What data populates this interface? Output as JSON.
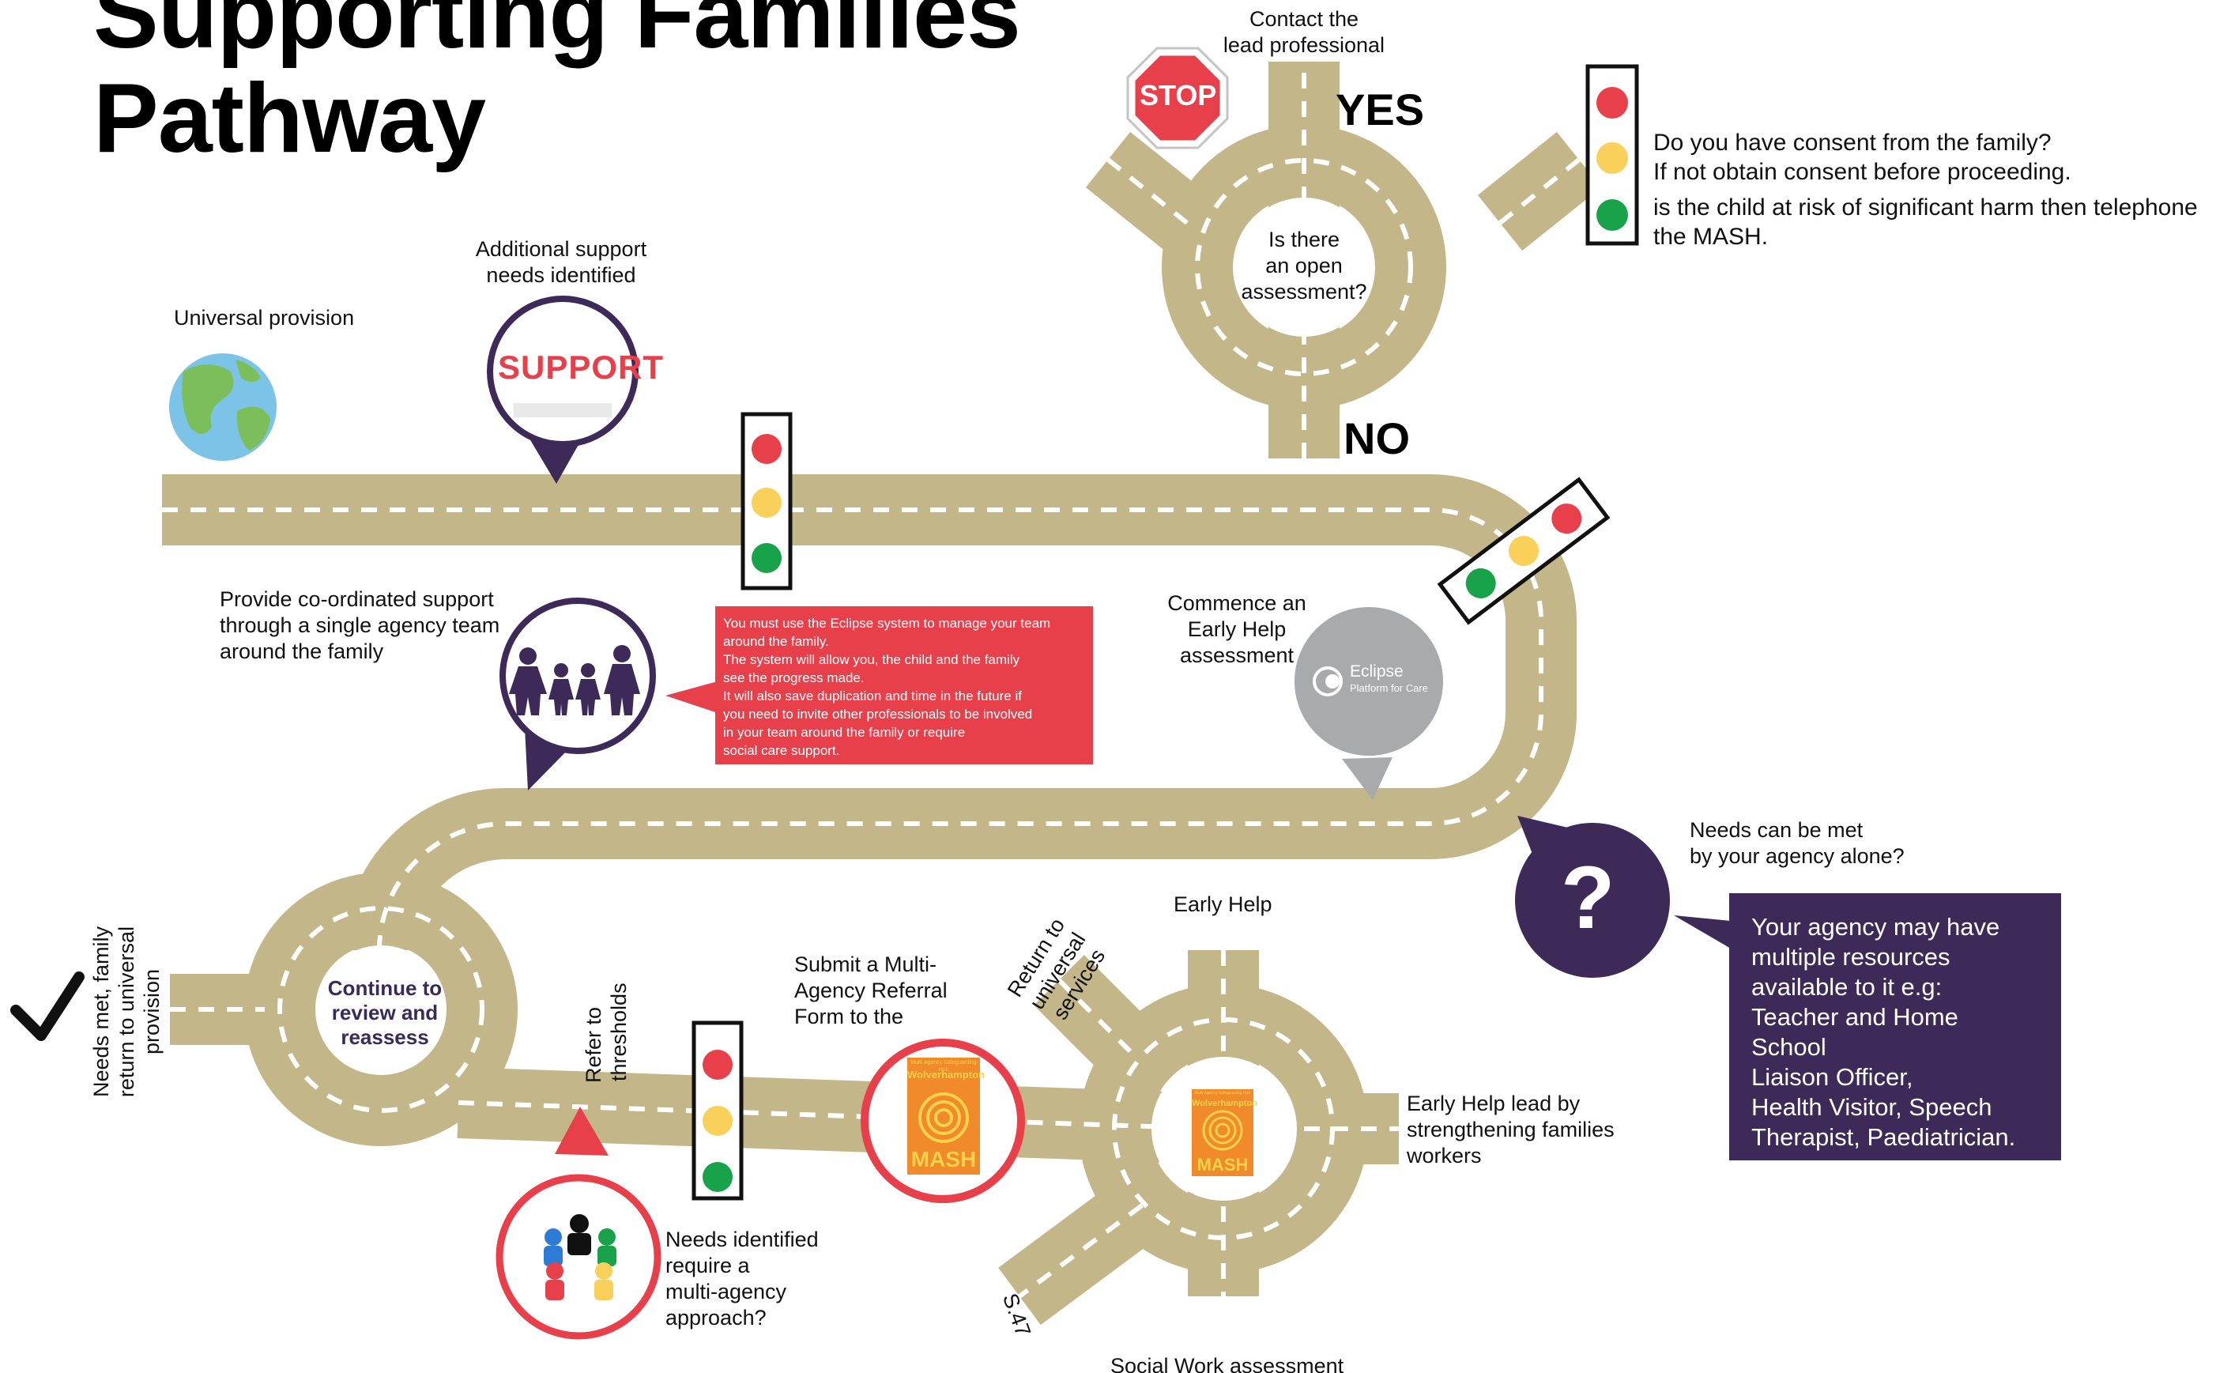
{
  "title": {
    "line1": "Supporting Families",
    "line2": "Pathway"
  },
  "labels": {
    "contact_lead_1": "Contact the",
    "contact_lead_2": "lead professional",
    "yes": "YES",
    "no": "NO",
    "stop_sign": "STOP",
    "open_assessment_1": "Is there",
    "open_assessment_2": "an open",
    "open_assessment_3": "assessment?",
    "universal_provision": "Universal provision",
    "additional_support_1": "Additional support",
    "additional_support_2": "needs identified",
    "support_image_text": "SUPPORT",
    "coordinated_1": "Provide co-ordinated support",
    "coordinated_2": "through a single agency team",
    "coordinated_3": "around the family",
    "commence_1": "Commence an",
    "commence_2": "Early Help",
    "commence_3": "assessment",
    "eclipse_1": "Eclipse",
    "eclipse_2": "Platform for Care",
    "needs_met_alone_1": "Needs can be met",
    "needs_met_alone_2": "by your agency alone?",
    "question_mark": "?",
    "continue_1": "Continue to",
    "continue_2": "review and",
    "continue_3": "reassess",
    "needs_met_family_1": "Needs met, family",
    "needs_met_family_2": "return to universal",
    "needs_met_family_3": "provision",
    "refer_1": "Refer to",
    "refer_2": "thresholds",
    "submit_1": "Submit a Multi-",
    "submit_2": "Agency Referral",
    "submit_3": "Form to the",
    "return_1": "Return to",
    "return_2": "universal",
    "return_3": "services",
    "early_help": "Early Help",
    "early_help_lead_1": "Early Help lead by",
    "early_help_lead_2": "strengthening families",
    "early_help_lead_3": "workers",
    "s47": "S.47",
    "social_work": "Social Work assessment",
    "multi_agency_1": "Needs identified",
    "multi_agency_2": "require a",
    "multi_agency_3": "multi-agency",
    "multi_agency_4": "approach?",
    "mash_small": "Multi Agency Safeguarding Hub",
    "mash_city": "Wolverhampton",
    "mash_word": "MASH"
  },
  "legend": {
    "red": "Do you have consent from the family?",
    "amber": "If not obtain consent before proceeding.",
    "green_1": "is the child at risk of significant harm then telephone",
    "green_2": "the MASH."
  },
  "eclipse_box": {
    "l1": "You must use the Eclipse system to manage your team",
    "l2": "around the family.",
    "l3": "The system will allow you, the child and the family",
    "l4": "see the progress made.",
    "l5": "It will also save duplication and time in the future if",
    "l6": "you need to invite other professionals to be involved",
    "l7": "in your team around the family or require",
    "l8": "social care support."
  },
  "agency_box": {
    "l1": "Your agency may have",
    "l2": "multiple resources",
    "l3": "available to it e.g:",
    "l4": "Teacher and Home School",
    "l5": "Liaison Officer,",
    "l6": "Health Visitor, Speech",
    "l7": "Therapist, Paediatrician."
  },
  "colors": {
    "road": "#c3b78a",
    "road_marking": "#ffffff",
    "light_red": "#e8404b",
    "light_amber": "#f9d05a",
    "light_green": "#18a34a",
    "purple": "#3e2a58",
    "callout_red": "#e8404b",
    "mash_orange": "#f08a2a",
    "eclipse_grey": "#a9aaac"
  },
  "icons": [
    "globe-icon",
    "family-icon",
    "stop-sign-icon",
    "checkmark-icon",
    "traffic-light-icon",
    "eclipse-logo-icon",
    "mash-logo-icon",
    "people-circle-icon"
  ]
}
